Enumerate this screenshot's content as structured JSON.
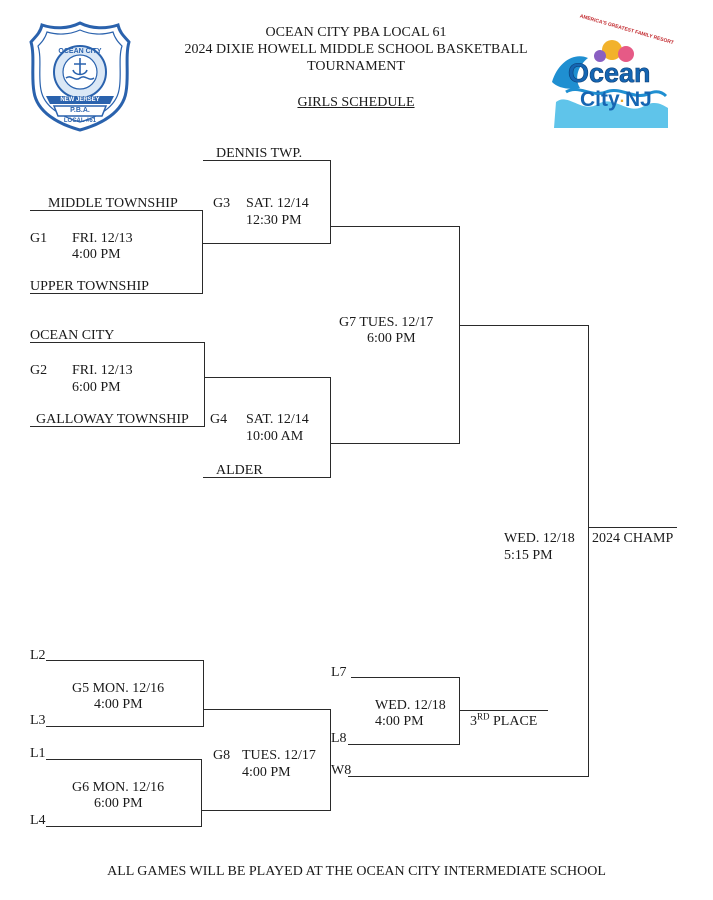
{
  "header": {
    "line1": "OCEAN CITY PBA LOCAL 61",
    "line2": "2024 DIXIE HOWELL MIDDLE SCHOOL BASKETBALL",
    "line3": "TOURNAMENT",
    "subtitle": "GIRLS SCHEDULE"
  },
  "pba_badge": {
    "top_text": "OCEAN CITY",
    "mid_text": "NEW JERSEY",
    "pba": "P.B.A.",
    "local": "LOCAL #61"
  },
  "oc_logo": {
    "tagline": "AMERICA'S GREATEST FAMILY RESORT",
    "word1": "Ocean",
    "word2": "City",
    "word3": "NJ"
  },
  "teams": {
    "dennis": "DENNIS TWP.",
    "middle": "MIDDLE TOWNSHIP",
    "upper": "UPPER TOWNSHIP",
    "ocean_city": "OCEAN CITY",
    "galloway": "GALLOWAY TOWNSHIP",
    "alder": "ALDER"
  },
  "games": {
    "g1": {
      "id": "G1",
      "date": "FRI. 12/13",
      "time": "4:00 PM"
    },
    "g2": {
      "id": "G2",
      "date": "FRI. 12/13",
      "time": "6:00 PM"
    },
    "g3": {
      "id": "G3",
      "date": "SAT. 12/14",
      "time": "12:30 PM"
    },
    "g4": {
      "id": "G4",
      "date": "SAT. 12/14",
      "time": "10:00 AM"
    },
    "g5": {
      "label": "G5 MON. 12/16",
      "time": "4:00 PM"
    },
    "g6": {
      "label": "G6 MON. 12/16",
      "time": "6:00 PM"
    },
    "g7": {
      "label": "G7  TUES. 12/17",
      "time": "6:00 PM"
    },
    "g8": {
      "id": "G8",
      "date": "TUES. 12/17",
      "time": "4:00 PM"
    },
    "third": {
      "date": "WED. 12/18",
      "time": "4:00 PM"
    },
    "final": {
      "date": "WED. 12/18",
      "time": "5:15 PM"
    }
  },
  "slots": {
    "l2": "L2",
    "l3": "L3",
    "l1": "L1",
    "l4": "L4",
    "l7": "L7",
    "l8": "L8",
    "w8": "W8"
  },
  "third_place": {
    "prefix": "3",
    "sup": "RD",
    "suffix": " PLACE"
  },
  "champ": "2024 CHAMP",
  "footer": "ALL GAMES WILL BE PLAYED AT THE OCEAN CITY INTERMEDIATE SCHOOL"
}
